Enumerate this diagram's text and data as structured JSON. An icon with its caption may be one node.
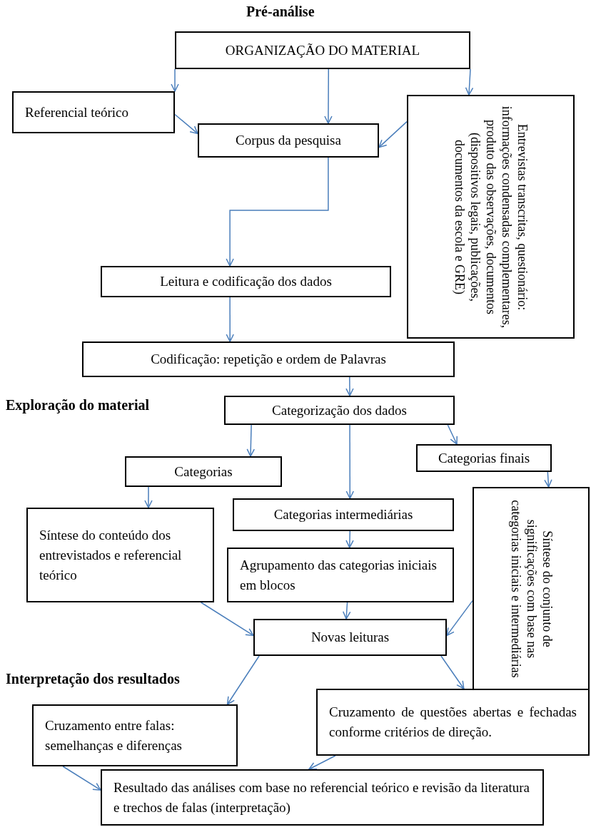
{
  "diagram": {
    "nodes": [
      {
        "text": [
          "ORGANIZAÇÃO DO MATERIAL"
        ]
      },
      {
        "text": [
          "Referencial teórico"
        ]
      },
      {
        "text": [
          "Corpus da pesquisa"
        ]
      },
      {
        "text": [
          "Entrevistas transcritas, questionário: informações condensadas complementares, produto das observações, documentos (dispositivos legais, publicações, documentos da escola e GRE)"
        ]
      },
      {
        "text": [
          "Leitura e codificação dos dados"
        ]
      },
      {
        "text": [
          "Codificação: repetição e ordem de Palavras"
        ]
      },
      {
        "text": [
          "Categorização dos dados"
        ]
      },
      {
        "text": [
          "Categorias"
        ]
      },
      {
        "text": [
          "Categorias finais"
        ]
      },
      {
        "text": [
          "Categorias intermediárias"
        ]
      },
      {
        "text": [
          "Síntese do conteúdo dos entrevistados e referencial teórico"
        ]
      },
      {
        "text": [
          "Síntese do conjunto de significações com base nas categorias iniciais e intermediárias"
        ]
      },
      {
        "text": [
          "Agrupamento das categorias iniciais em blocos"
        ]
      },
      {
        "text": [
          "Novas leituras"
        ]
      },
      {
        "text": [
          "Cruzamento entre falas: semelhanças e diferenças"
        ]
      },
      {
        "text": [
          "Cruzamento de questões abertas e fechadas conforme critérios de direção."
        ]
      },
      {
        "text": [
          "Resultado das análises com base no referencial teórico e revisão da literatura e trechos de falas (interpretação)"
        ]
      }
    ],
    "edges": [
      {
        "from": 0,
        "to": 1,
        "arrow": "to"
      },
      {
        "from": 0,
        "to": 2,
        "arrow": "to"
      },
      {
        "from": 0,
        "to": 3,
        "arrow": "to"
      },
      {
        "from": 1,
        "to": 2,
        "arrow": "to"
      },
      {
        "from": 3,
        "to": 2,
        "arrow": "to"
      },
      {
        "from": 2,
        "to": 4,
        "arrow": "to"
      },
      {
        "from": 4,
        "to": 5,
        "arrow": "to"
      },
      {
        "from": 5,
        "to": 6,
        "arrow": "to"
      },
      {
        "from": 6,
        "to": 7,
        "arrow": "to"
      },
      {
        "from": 6,
        "to": 9,
        "arrow": "to"
      },
      {
        "from": 6,
        "to": 8,
        "arrow": "to"
      },
      {
        "from": 7,
        "to": 10,
        "arrow": "to"
      },
      {
        "from": 8,
        "to": 11,
        "arrow": "to"
      },
      {
        "from": 9,
        "to": 12,
        "arrow": "to"
      },
      {
        "from": 10,
        "to": 13,
        "arrow": "to"
      },
      {
        "from": 12,
        "to": 13,
        "arrow": "to"
      },
      {
        "from": 11,
        "to": 13,
        "arrow": "to"
      },
      {
        "from": 13,
        "to": 14,
        "arrow": "to"
      },
      {
        "from": 13,
        "to": 15,
        "arrow": "to"
      },
      {
        "from": 14,
        "to": 16,
        "arrow": "to"
      },
      {
        "from": 15,
        "to": 16,
        "arrow": "to"
      }
    ],
    "labels": [
      "Pré-análise",
      "Exploração do material",
      "Interpretação dos resultados"
    ]
  }
}
